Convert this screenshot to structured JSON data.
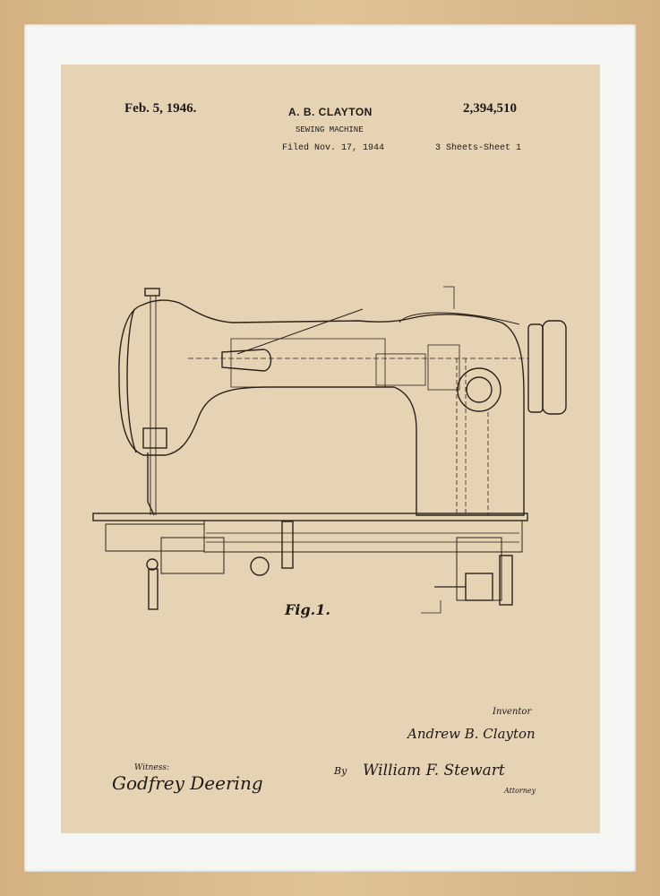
{
  "header": {
    "date": "Feb. 5, 1946.",
    "inventor_name": "A. B. CLAYTON",
    "patent_number": "2,394,510",
    "title": "SEWING MACHINE",
    "filed": "Filed Nov. 17, 1944",
    "sheets": "3 Sheets-Sheet 1"
  },
  "figure": {
    "label": "Fig.1."
  },
  "signatures": {
    "inventor_label": "Inventor",
    "inventor_signature": "Andrew B. Clayton",
    "witness_label": "Witness:",
    "witness_signature": "Godfrey Deering",
    "by_label": "By",
    "attorney_signature": "William F. Stewart",
    "attorney_label": "Attorney"
  },
  "colors": {
    "frame": "#d8b88a",
    "mat": "#f6f6f4",
    "paper": "#e6d3b4",
    "ink": "#1e1a16"
  }
}
